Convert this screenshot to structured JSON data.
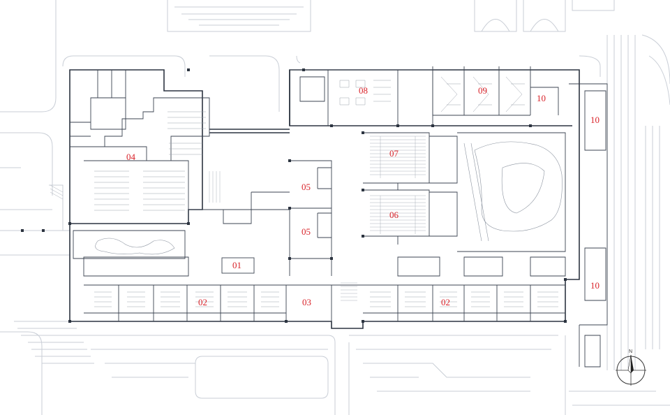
{
  "labels": {
    "l01": "01",
    "l02a": "02",
    "l02b": "02",
    "l03": "03",
    "l04": "04",
    "l05a": "05",
    "l05b": "05",
    "l06": "06",
    "l07": "07",
    "l08": "08",
    "l09": "09",
    "l10a": "10",
    "l10b": "10",
    "l10c": "10"
  },
  "north_arrow": {
    "letter": "N"
  },
  "colors": {
    "label": "#d9232a",
    "wall": "#2c3440",
    "site": "#c9ced6"
  }
}
